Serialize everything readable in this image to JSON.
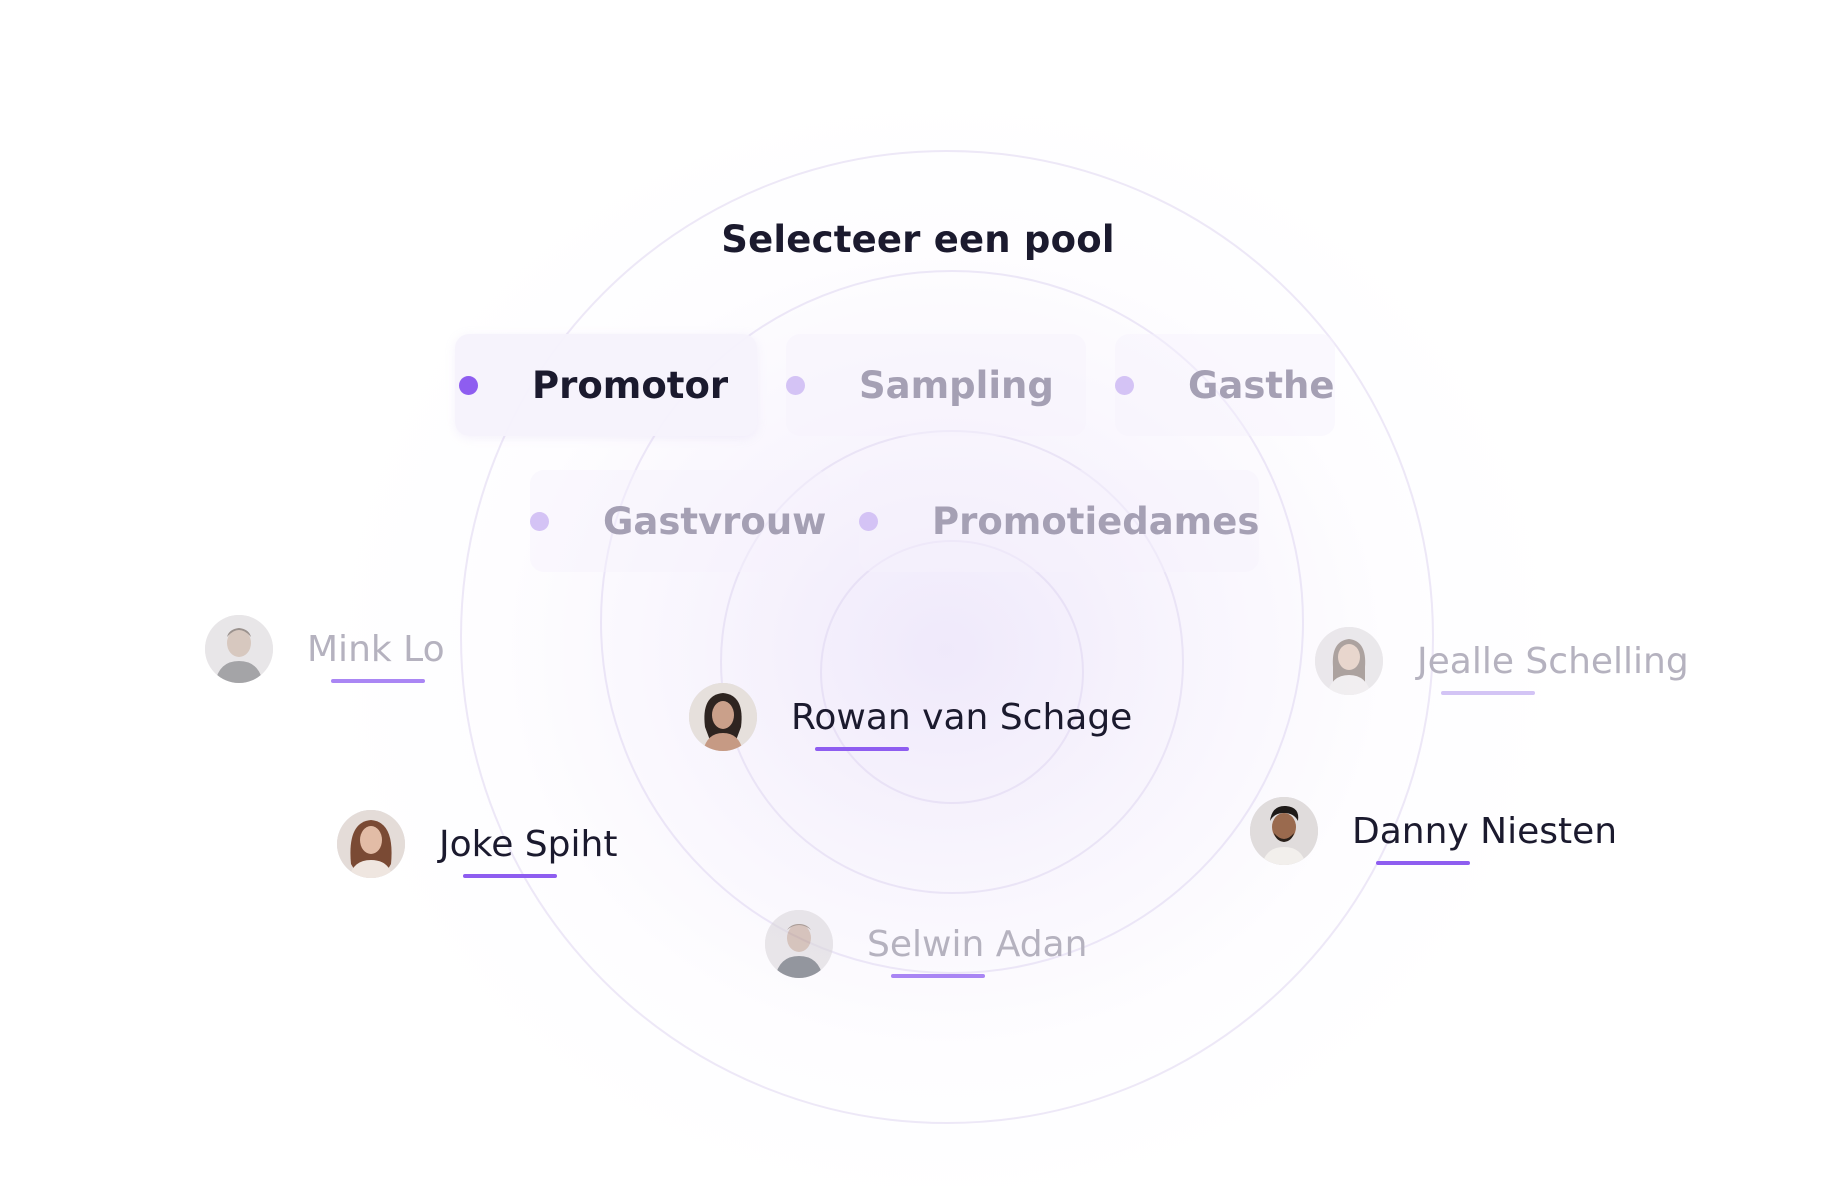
{
  "header": {
    "title": "Selecteer een pool"
  },
  "pools": [
    {
      "label": "Promotor",
      "active": true
    },
    {
      "label": "Sampling",
      "active": false
    },
    {
      "label": "Gastheer",
      "active": false
    },
    {
      "label": "Gastvrouw",
      "active": false
    },
    {
      "label": "Promotiedames",
      "active": false
    }
  ],
  "colors": {
    "accent": "#8e5df0",
    "accent_inactive": "#d4c3f5",
    "text_primary": "#1b1a2e",
    "text_muted": "#a5a0b4"
  },
  "people": [
    {
      "name": "Mink Lo",
      "icon": "male-avatar",
      "state": "dim"
    },
    {
      "name": "Jealle Schelling",
      "icon": "female-avatar",
      "state": "dim"
    },
    {
      "name": "Rowan van Schage",
      "icon": "female-avatar",
      "state": "bright"
    },
    {
      "name": "Joke Spiht",
      "icon": "female-avatar",
      "state": "bright"
    },
    {
      "name": "Danny Niesten",
      "icon": "male-avatar",
      "state": "bright"
    },
    {
      "name": "Selwin Adan",
      "icon": "male-avatar",
      "state": "dim"
    }
  ]
}
